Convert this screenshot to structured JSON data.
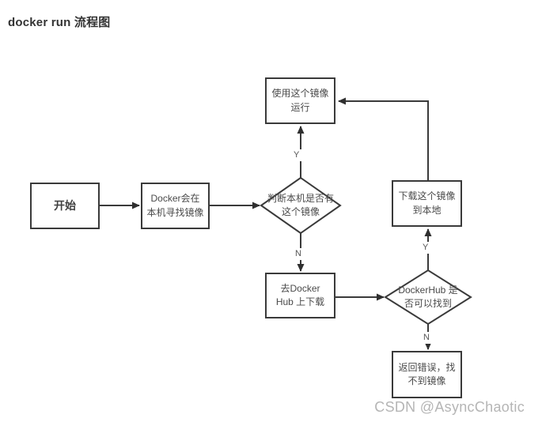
{
  "title": "docker run 流程图",
  "flowchart": {
    "nodes": {
      "start": {
        "label": "开始",
        "shape": "rect"
      },
      "local_search": {
        "label": "Docker会在\n本机寻找镜像",
        "shape": "rect"
      },
      "has_image_decision": {
        "label": "判断本机是否有\n这个镜像",
        "shape": "diamond"
      },
      "use_image": {
        "label": "使用这个镜像\n运行",
        "shape": "rect"
      },
      "go_docker_hub": {
        "label": "去Docker\nHub 上下载",
        "shape": "rect"
      },
      "hub_found_decision": {
        "label": "DockerHub 是\n否可以找到",
        "shape": "diamond"
      },
      "download_local": {
        "label": "下载这个镜像\n到本地",
        "shape": "rect"
      },
      "return_error": {
        "label": "返回错误，找\n不到镜像",
        "shape": "rect"
      }
    },
    "edges": [
      {
        "from": "start",
        "to": "local_search",
        "label": ""
      },
      {
        "from": "local_search",
        "to": "has_image_decision",
        "label": ""
      },
      {
        "from": "has_image_decision",
        "to": "use_image",
        "label": "Y"
      },
      {
        "from": "has_image_decision",
        "to": "go_docker_hub",
        "label": "N"
      },
      {
        "from": "go_docker_hub",
        "to": "hub_found_decision",
        "label": ""
      },
      {
        "from": "hub_found_decision",
        "to": "download_local",
        "label": "Y"
      },
      {
        "from": "hub_found_decision",
        "to": "return_error",
        "label": "N"
      },
      {
        "from": "download_local",
        "to": "use_image",
        "label": ""
      }
    ],
    "edge_labels": {
      "has_image_yes": "Y",
      "has_image_no": "N",
      "hub_found_yes": "Y",
      "hub_found_no": "N"
    }
  },
  "watermark": "CSDN @AsyncChaotic",
  "colors": {
    "line": "#3a3a3a",
    "node_border": "#3a3a3a",
    "node_text": "#4a4a4a",
    "title_text": "#333333",
    "watermark_text": "#b5b5b5",
    "background": "#ffffff"
  }
}
